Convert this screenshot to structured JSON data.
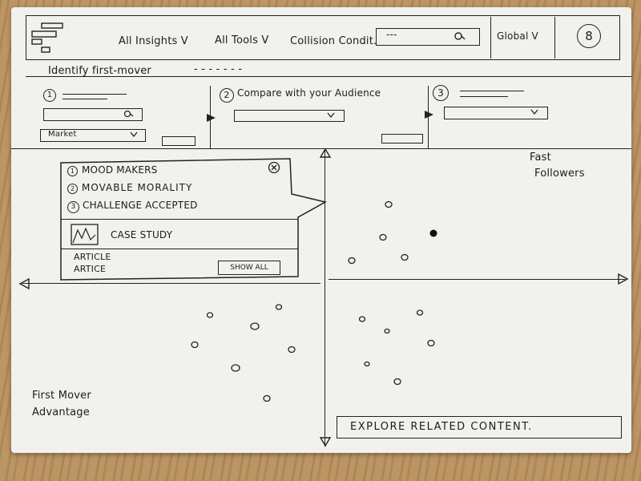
{
  "nav": {
    "items": [
      {
        "label": "All Insights V"
      },
      {
        "label": "All Tools V"
      },
      {
        "label": "Collision Condit."
      }
    ],
    "search_placeholder": "---",
    "region_label": "Global V",
    "badge_count": "8"
  },
  "title_bar": {
    "label": "Identify first-mover",
    "dashes": "- - - - - - -"
  },
  "steps": [
    {
      "number": "1",
      "label": ""
    },
    {
      "number": "2",
      "label": "Compare with your Audience"
    },
    {
      "number": "3",
      "label": ""
    }
  ],
  "step1": {
    "market_label": "Market"
  },
  "popup": {
    "items": [
      {
        "number": "1",
        "label": "MOOD MAKERS"
      },
      {
        "number": "2",
        "label": "MOVABLE MORALITY"
      },
      {
        "number": "3",
        "label": "CHALLENGE ACCEPTED"
      }
    ],
    "case_study_label": "CASE STUDY",
    "articles": [
      "ARTICLE",
      "ARTICE"
    ],
    "show_all_label": "SHOW ALL"
  },
  "quadrant_labels": {
    "top_right": [
      "Fast",
      "Followers"
    ],
    "bottom_left": [
      "First Mover",
      "Advantage"
    ]
  },
  "explore_label": "EXPLORE RELATED CONTENT."
}
